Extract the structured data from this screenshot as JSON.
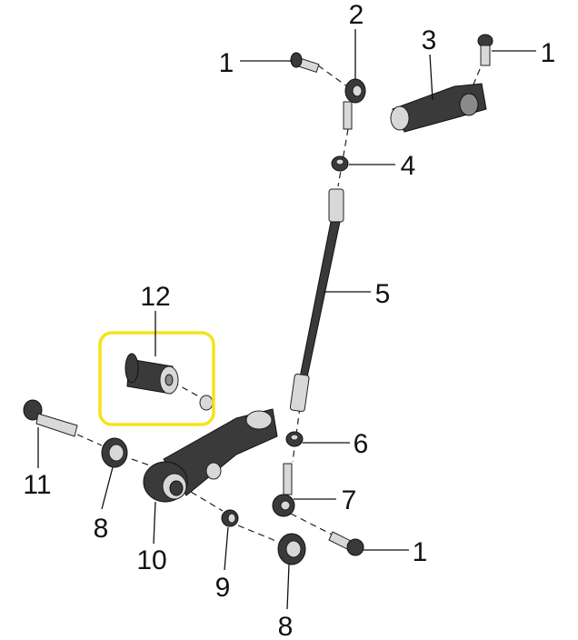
{
  "diagram": {
    "callouts": [
      "1",
      "2",
      "3",
      "1",
      "4",
      "5",
      "12",
      "6",
      "11",
      "8",
      "10",
      "7",
      "9",
      "1",
      "8"
    ],
    "highlight_color": "#f5e31a"
  }
}
